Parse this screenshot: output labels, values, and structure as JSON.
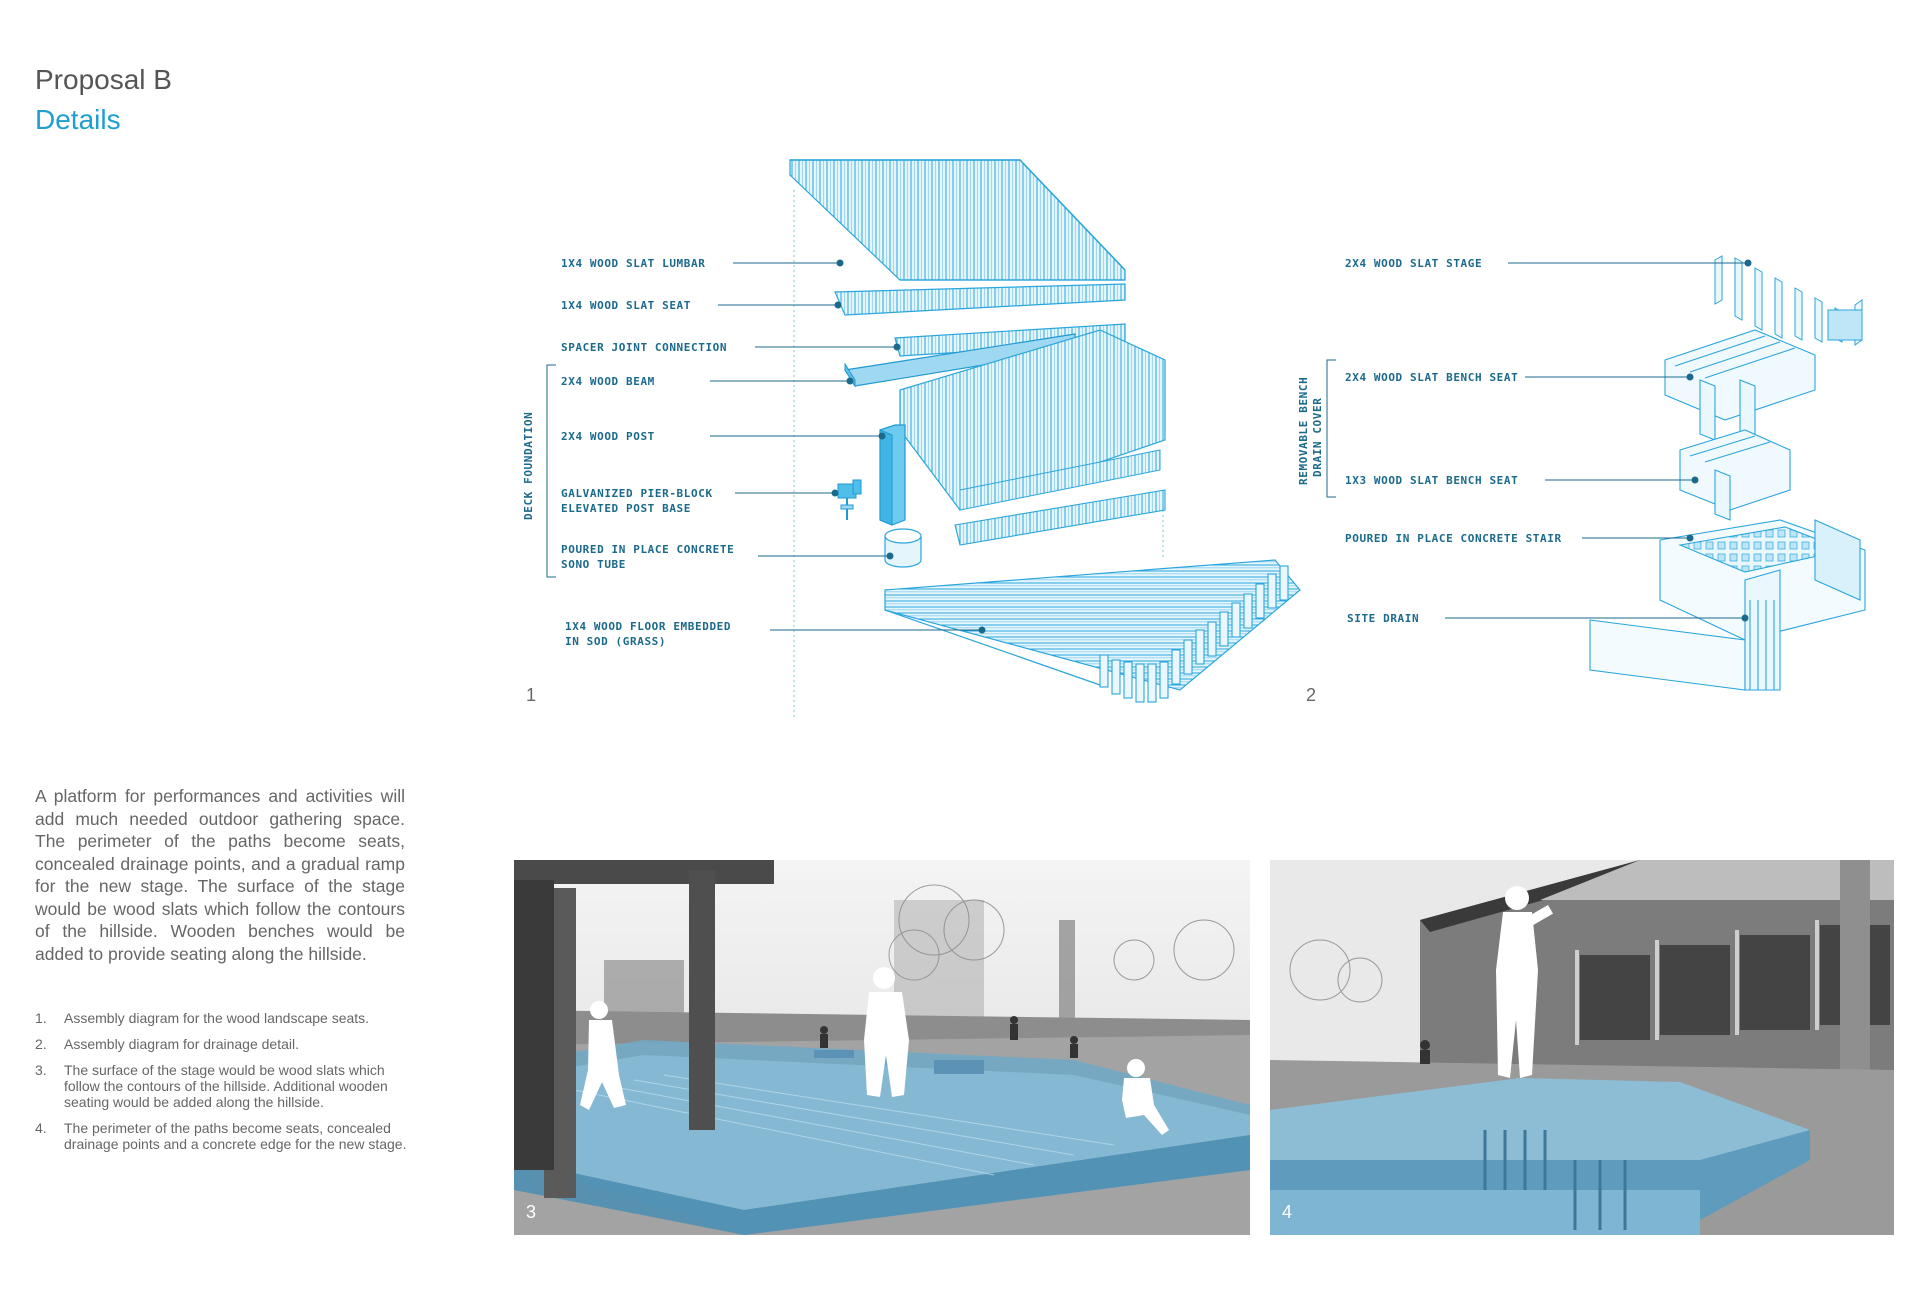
{
  "header": {
    "title": "Proposal B",
    "subtitle": "Details"
  },
  "intro_text": "A platform for performances and activities will add much needed outdoor gathering space. The perimeter of the paths become seats, concealed drainage points, and a gradual ramp for the new stage. The surface of the stage would be wood slats which follow the contours of the hillside. Wooden benches would be added to provide seating along the hillside.",
  "notes": [
    {
      "num": "1.",
      "text": "Assembly diagram for the wood landscape seats."
    },
    {
      "num": "2.",
      "text": "Assembly diagram for drainage detail."
    },
    {
      "num": "3.",
      "text": "The surface of the stage would be wood slats which follow the contours of the hillside. Additional wooden seating would be added along the hillside."
    },
    {
      "num": "4.",
      "text": "The perimeter of the paths become seats, concealed drainage points and a concrete edge for the new stage."
    }
  ],
  "diagram1": {
    "number": "1",
    "labels": {
      "lumbar": "1X4 WOOD SLAT LUMBAR",
      "seat": "1X4 WOOD SLAT SEAT",
      "spacer": "SPACER JOINT CONNECTION",
      "beam": "2X4 WOOD BEAM",
      "post": "2X4 WOOD POST",
      "pier_1": "GALVANIZED PIER-BLOCK",
      "pier_2": "ELEVATED POST BASE",
      "sono_1": "POURED IN PLACE CONCRETE",
      "sono_2": "SONO TUBE",
      "floor_1": "1X4 WOOD FLOOR EMBEDDED",
      "floor_2": "IN SOD (GRASS)"
    },
    "group_label": "DECK FOUNDATION"
  },
  "diagram2": {
    "number": "2",
    "labels": {
      "stage": "2X4 WOOD SLAT STAGE",
      "bench_2x4": "2X4 WOOD SLAT BENCH SEAT",
      "bench_1x3": "1X3 WOOD SLAT BENCH SEAT",
      "stair": "POURED IN PLACE CONCRETE STAIR",
      "drain": "SITE DRAIN"
    },
    "group_label_1": "REMOVABLE BENCH",
    "group_label_2": "DRAIN COVER"
  },
  "photos": [
    {
      "number": "3"
    },
    {
      "number": "4"
    }
  ],
  "colors": {
    "accent": "#1e9fd0",
    "label": "#1b6a8c",
    "line": "#28a8dc",
    "fill": "#d6f0fb",
    "stage": "#7fb6d2"
  }
}
